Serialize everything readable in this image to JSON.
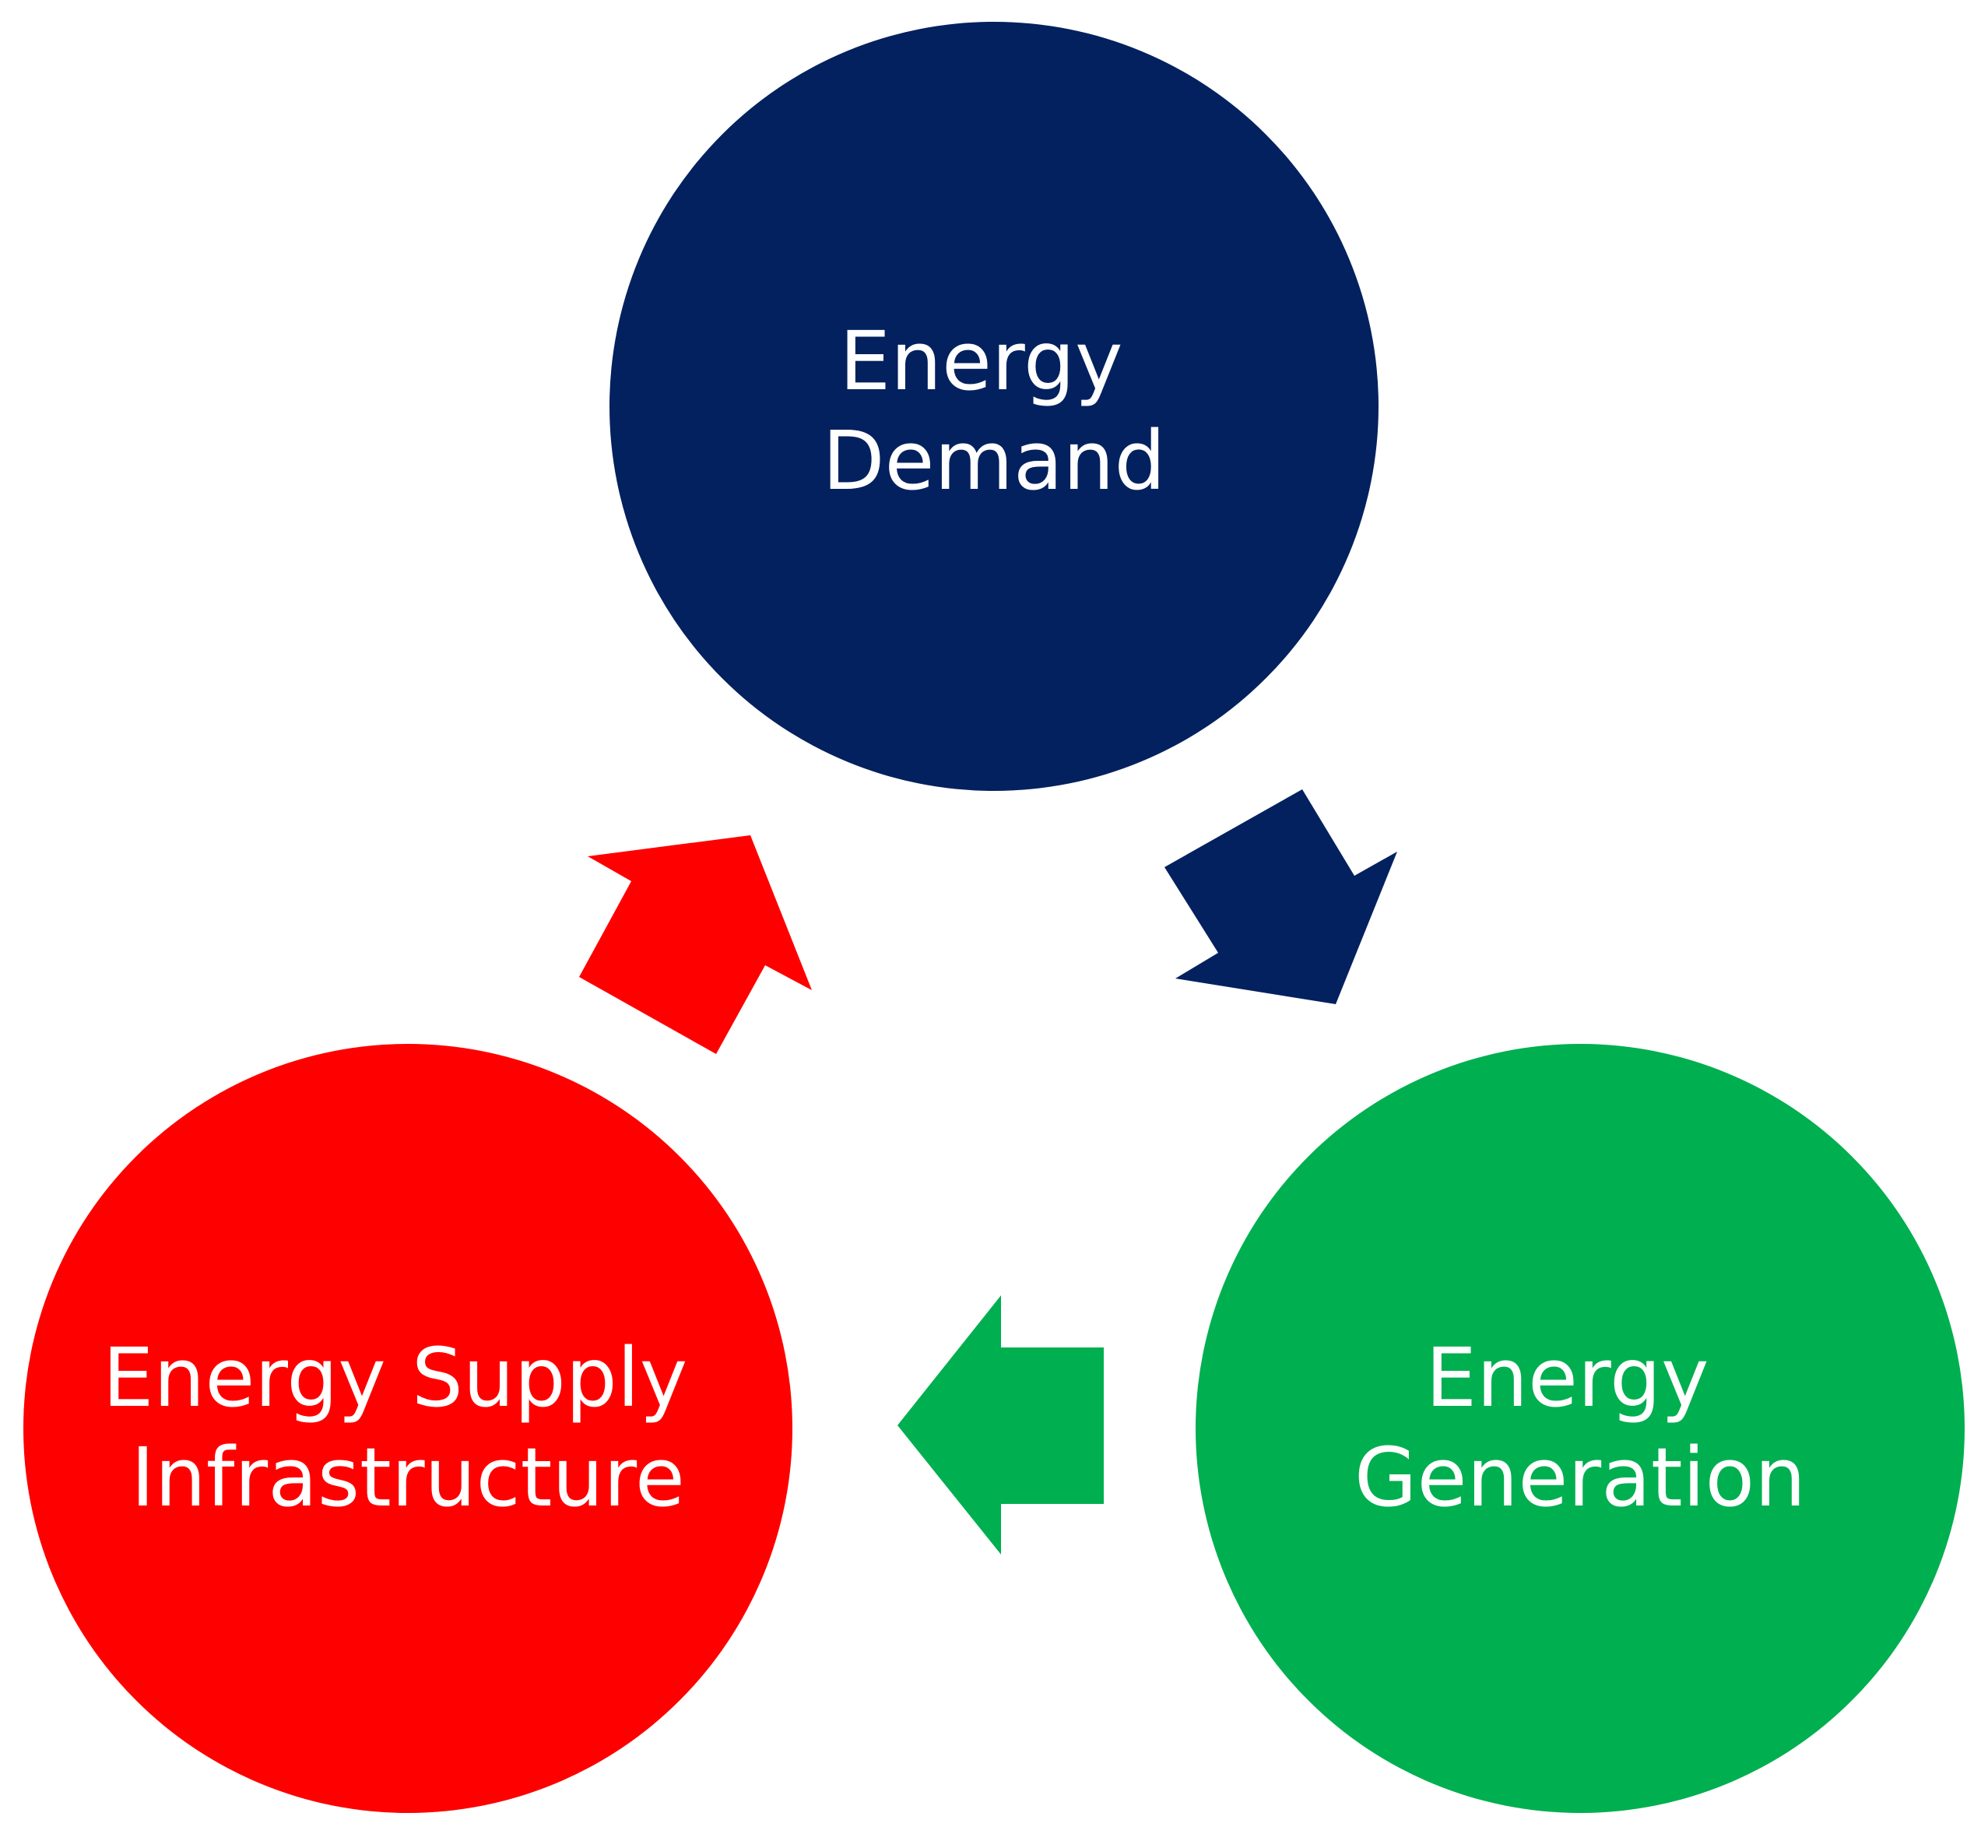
{
  "diagram": {
    "type": "cycle",
    "nodes": [
      {
        "id": "demand",
        "lines": [
          "Energy",
          "Demand"
        ],
        "color": "#03215E"
      },
      {
        "id": "generation",
        "lines": [
          "Energy",
          "Generation"
        ],
        "color": "#00AF50"
      },
      {
        "id": "supply",
        "lines": [
          "Energy Supply",
          "Infrastructure"
        ],
        "color": "#FF0000"
      }
    ],
    "edges": [
      {
        "from": "demand",
        "to": "generation",
        "color": "#03215E"
      },
      {
        "from": "generation",
        "to": "supply",
        "color": "#00AF50"
      },
      {
        "from": "supply",
        "to": "demand",
        "color": "#FF0000"
      }
    ]
  }
}
